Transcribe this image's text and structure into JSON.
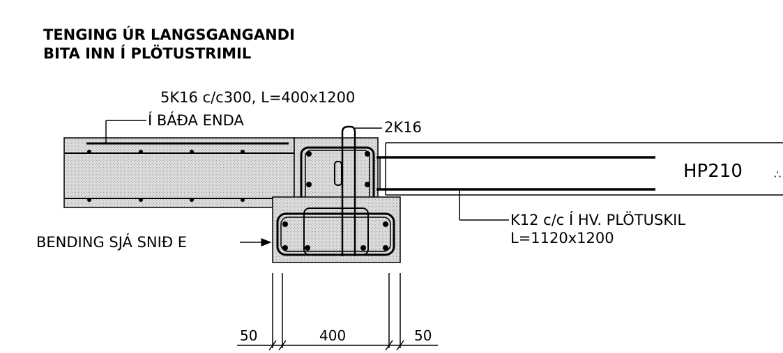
{
  "title": {
    "line1": "TENGING ÚR LANGSGANGANDI",
    "line2": "BITA INN Í PLÖTUSTRIMIL"
  },
  "labels": {
    "top_rebar": "5K16 c/c300, L=400x1200",
    "top_rebar_sub": "Í BÁÐA ENDA",
    "stirrup": "2K16",
    "plank": "HP210",
    "plank_edge": "∴",
    "joint_rebar": "K12 c/c Í HV. PLÖTUSKIL",
    "joint_rebar_sub": "L=1120x1200",
    "bending": "BENDING SJÁ SNIÐ E"
  },
  "dimensions": [
    "50",
    "400",
    "50"
  ],
  "colors": {
    "ink": "#000000",
    "concrete": "#cfcfcf",
    "background": "#ffffff"
  }
}
